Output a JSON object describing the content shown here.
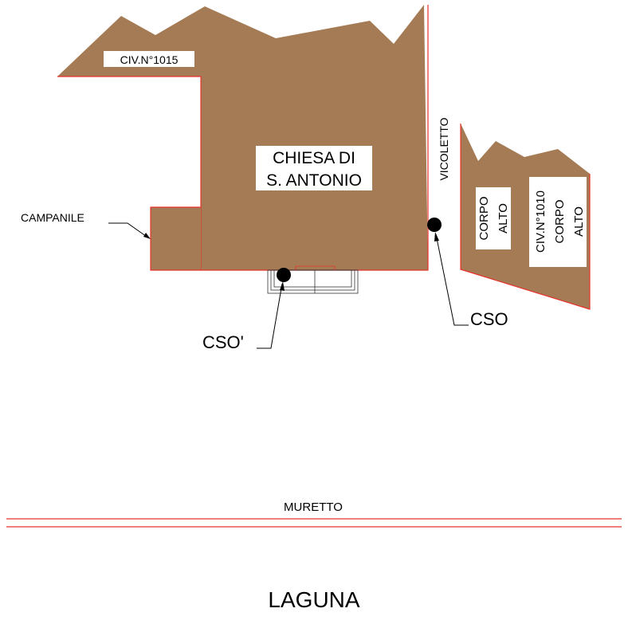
{
  "colors": {
    "building_fill": "#a47b54",
    "outline": "#e8322b",
    "ink": "#000000",
    "background": "#ffffff"
  },
  "buildings": {
    "church": {
      "label_line1": "CHIESA DI",
      "label_line2": "S. ANTONIO"
    },
    "church_civic": "CIV.N°1015",
    "bell_tower": "CAMPANILE",
    "east_block": {
      "label_a_line1": "CORPO",
      "label_a_line2": "ALTO",
      "civic": "CIV.N°1010",
      "label_b_line1": "CORPO",
      "label_b_line2": "ALTO"
    }
  },
  "streets": {
    "alley": "VICOLETTO"
  },
  "overflows": {
    "cso": "CSO",
    "cso_prime": "CSO'"
  },
  "waterfront": {
    "wall": "MURETTO",
    "lagoon": "LAGUNA"
  }
}
